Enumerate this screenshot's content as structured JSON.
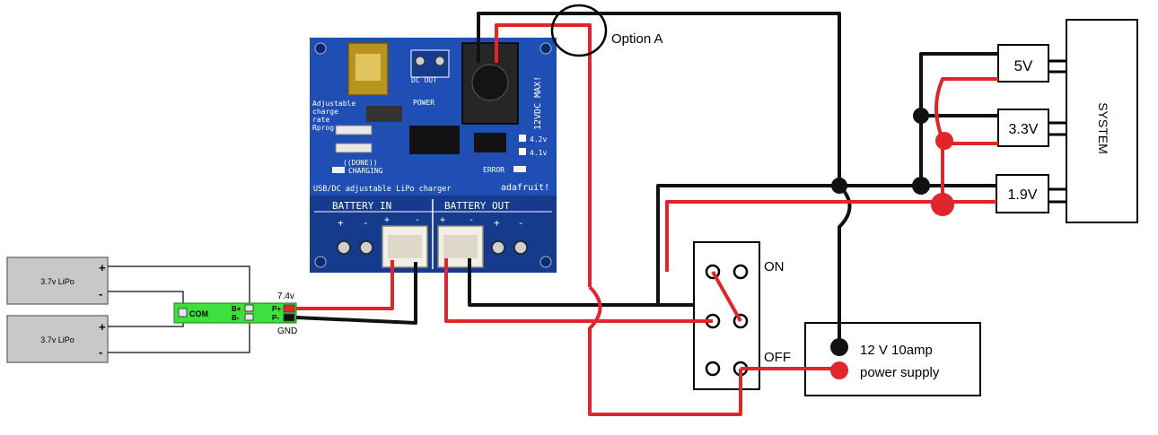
{
  "colors": {
    "positive_wire": "#e0252b",
    "ground_wire": "#111111",
    "board_blue": "#1f4fb4",
    "board_dark": "#163b8c",
    "green_pcb": "#3ee03e",
    "battery_gray": "#c8c8c8"
  },
  "annotation": {
    "option_a": "Option A"
  },
  "batteries": [
    {
      "label": "3.7v LiPo",
      "plus": "+",
      "minus": "-"
    },
    {
      "label": "3.7v LiPo",
      "plus": "+",
      "minus": "-"
    }
  ],
  "protection_board": {
    "com": "COM",
    "b_plus": "B+",
    "b_minus": "B-",
    "p_plus": "P+",
    "p_minus": "P-",
    "v_out": "7.4v",
    "gnd": "GND"
  },
  "charger_board": {
    "title": "USB/DC adjustable LiPo charger",
    "brand": "adafruit!",
    "battery_in": "BATTERY IN",
    "battery_out": "BATTERY OUT",
    "plus": "+",
    "minus": "-",
    "adjustable_note": [
      "Adjustable",
      "charge",
      "rate",
      "Rprog"
    ],
    "dc_out": "DC OUT",
    "power": "POWER",
    "done": "((DONE))",
    "charging": "CHARGING",
    "error": "ERROR",
    "max_voltage": "12VDC MAX!",
    "v42": "4.2v",
    "v41": "4.1v"
  },
  "switch": {
    "on": "ON",
    "off": "OFF"
  },
  "power_supply": {
    "line1": "12 V 10amp",
    "line2": "power supply"
  },
  "regulators": [
    "5V",
    "3.3V",
    "1.9V"
  ],
  "system": "SYSTEM"
}
